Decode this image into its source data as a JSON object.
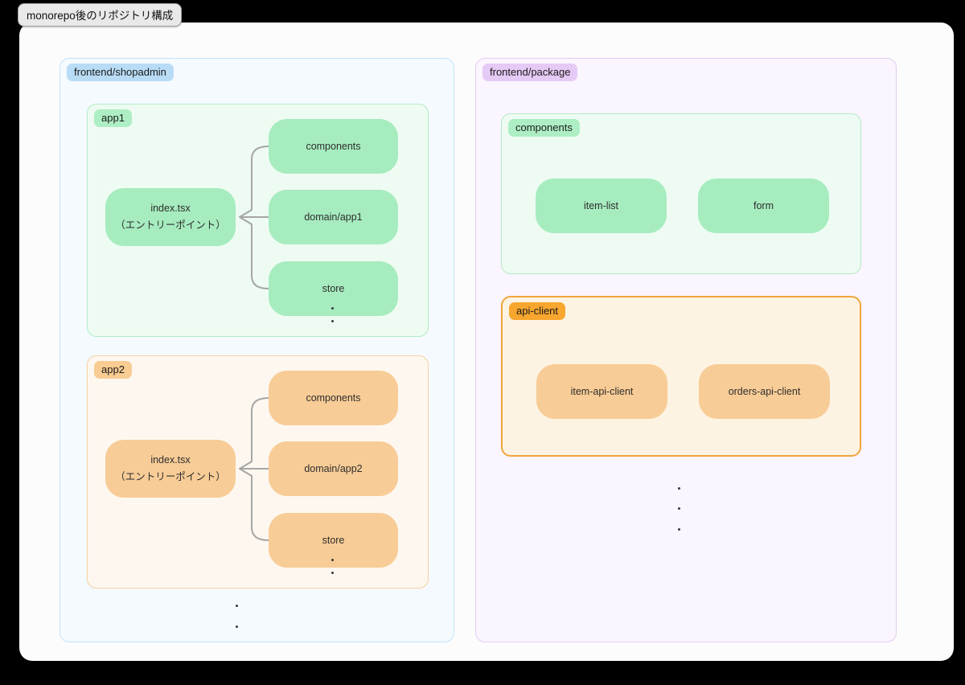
{
  "title": "monorepo後のリポジトリ構成",
  "left_panel": {
    "label": "frontend/shopadmin",
    "apps": [
      {
        "label": "app1",
        "root_line1": "index.tsx",
        "root_line2": "（エントリーポイント）",
        "children": [
          "components",
          "domain/app1",
          "store"
        ]
      },
      {
        "label": "app2",
        "root_line1": "index.tsx",
        "root_line2": "（エントリーポイント）",
        "children": [
          "components",
          "domain/app2",
          "store"
        ]
      }
    ]
  },
  "right_panel": {
    "label": "frontend/package",
    "groups": [
      {
        "label": "components",
        "items": [
          "item-list",
          "form"
        ]
      },
      {
        "label": "api-client",
        "items": [
          "item-api-client",
          "orders-api-client"
        ]
      }
    ]
  },
  "colors": {
    "green_node": "#a6ecbf",
    "orange_node": "#f8cc96",
    "blue_badge": "#b9dcf6",
    "purple_badge": "#e6caf6",
    "solid_orange_badge": "#f7a62e",
    "connector": "#a6a6a6"
  }
}
